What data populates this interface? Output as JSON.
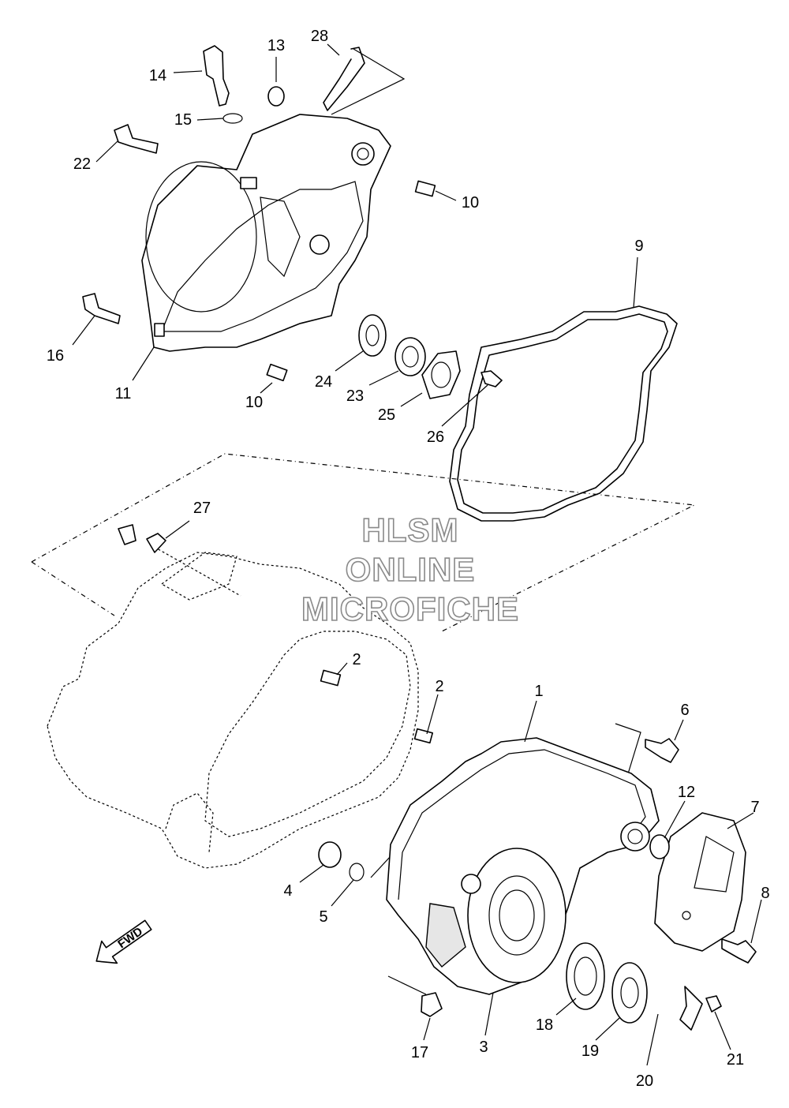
{
  "callouts": [
    {
      "id": "1",
      "label": "1"
    },
    {
      "id": "2a",
      "label": "2"
    },
    {
      "id": "2b",
      "label": "2"
    },
    {
      "id": "3",
      "label": "3"
    },
    {
      "id": "4",
      "label": "4"
    },
    {
      "id": "5",
      "label": "5"
    },
    {
      "id": "6",
      "label": "6"
    },
    {
      "id": "7",
      "label": "7"
    },
    {
      "id": "8",
      "label": "8"
    },
    {
      "id": "9",
      "label": "9"
    },
    {
      "id": "10a",
      "label": "10"
    },
    {
      "id": "10b",
      "label": "10"
    },
    {
      "id": "11",
      "label": "11"
    },
    {
      "id": "12",
      "label": "12"
    },
    {
      "id": "13",
      "label": "13"
    },
    {
      "id": "14",
      "label": "14"
    },
    {
      "id": "15",
      "label": "15"
    },
    {
      "id": "16",
      "label": "16"
    },
    {
      "id": "17",
      "label": "17"
    },
    {
      "id": "18",
      "label": "18"
    },
    {
      "id": "19",
      "label": "19"
    },
    {
      "id": "20",
      "label": "20"
    },
    {
      "id": "21",
      "label": "21"
    },
    {
      "id": "22",
      "label": "22"
    },
    {
      "id": "23",
      "label": "23"
    },
    {
      "id": "24",
      "label": "24"
    },
    {
      "id": "25",
      "label": "25"
    },
    {
      "id": "26",
      "label": "26"
    },
    {
      "id": "27",
      "label": "27"
    },
    {
      "id": "28",
      "label": "28"
    }
  ],
  "watermark": {
    "line1": "HLSM",
    "line2": "ONLINE",
    "line3": "MICROFICHE"
  },
  "fwd_label": "FWD"
}
